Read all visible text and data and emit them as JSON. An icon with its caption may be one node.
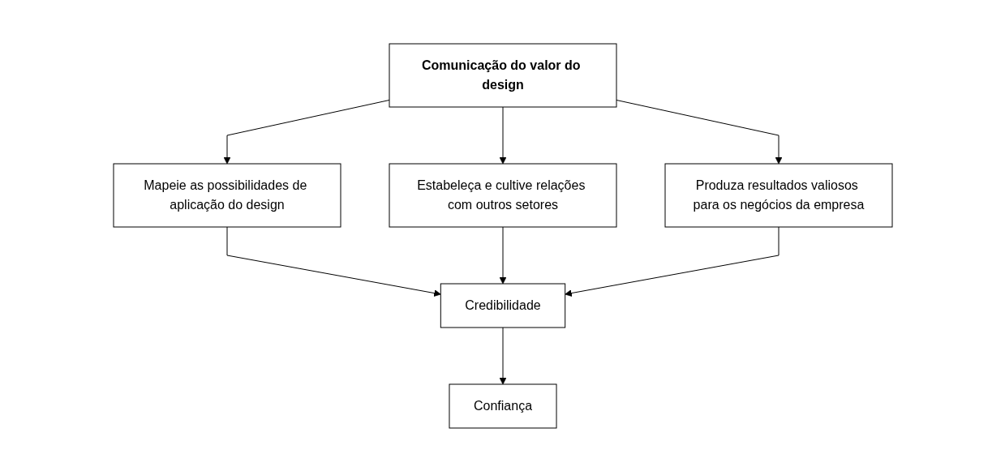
{
  "diagram": {
    "nodes": [
      {
        "text": [
          "Comunicação do valor do design"
        ]
      },
      {
        "text": [
          "Mapeie as possibilidades de aplicação do design"
        ]
      },
      {
        "text": [
          "Estabeleça e cultive relações com outros setores"
        ]
      },
      {
        "text": [
          "Produza resultados valiosos para os negócios da empresa"
        ]
      },
      {
        "text": [
          "Credibilidade"
        ]
      },
      {
        "text": [
          "Confiança"
        ]
      }
    ],
    "edges": [
      {
        "from": 0,
        "to": 1,
        "arrow": "to"
      },
      {
        "from": 0,
        "to": 2,
        "arrow": "to"
      },
      {
        "from": 0,
        "to": 3,
        "arrow": "to"
      },
      {
        "from": 1,
        "to": 4,
        "arrow": "to"
      },
      {
        "from": 2,
        "to": 4,
        "arrow": "to"
      },
      {
        "from": 3,
        "to": 4,
        "arrow": "to"
      },
      {
        "from": 4,
        "to": 5,
        "arrow": "to"
      }
    ]
  }
}
